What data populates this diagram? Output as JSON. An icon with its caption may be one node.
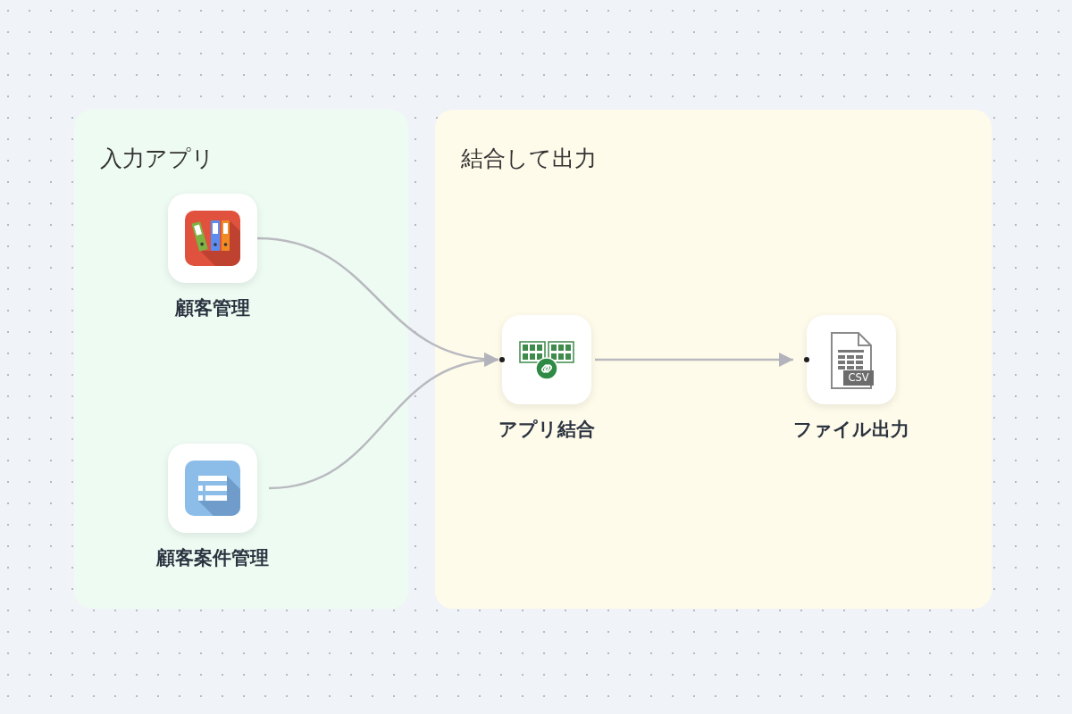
{
  "diagram": {
    "nodes": [
      {
        "text": [
          "入力アプリ"
        ]
      },
      {
        "text": [
          "顧客管理"
        ],
        "in": 0
      },
      {
        "text": [
          "顧客案件管理"
        ],
        "in": 0
      },
      {
        "text": [
          "結合して出力"
        ]
      },
      {
        "text": [
          "アプリ結合"
        ],
        "in": 3
      },
      {
        "text": [
          "ファイル出力"
        ],
        "in": 3
      }
    ],
    "edges": [
      {
        "from": 1,
        "to": 4,
        "arrow": "to"
      },
      {
        "from": 2,
        "to": 4,
        "arrow": "to"
      },
      {
        "from": 4,
        "to": 5,
        "arrow": "to"
      }
    ],
    "labels": [
      "CSV"
    ]
  }
}
